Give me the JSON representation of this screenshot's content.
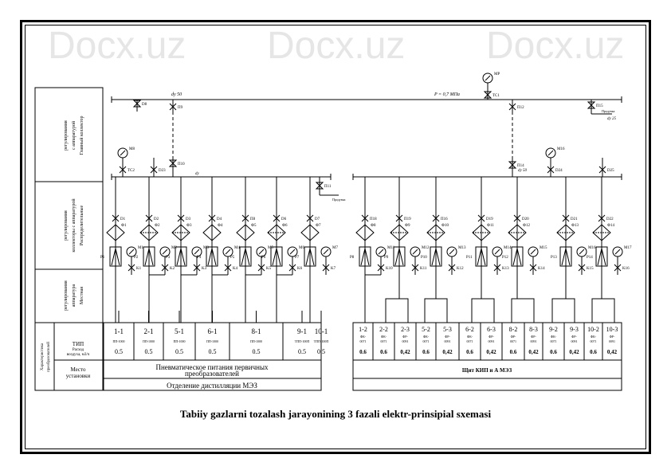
{
  "caption": "Tabiiy gazlarni tozalash jarayonining 3 fazali elektr-prinsipial sxemasi",
  "watermark": "Docx.uz",
  "left_headers": {
    "row1": [
      "Главный коллектор",
      "с аппаратурой",
      "регулирования"
    ],
    "row2": [
      "Распределительные",
      "коллекторы с аппаратурой",
      "регулирования"
    ],
    "row3": [
      "Местная",
      "аппаратура",
      "регулирования"
    ],
    "char_label": [
      "Характеристика",
      "преобразователей"
    ],
    "type_label": "ТИП",
    "flow_label": [
      "Расход",
      "воздуха, м3/ч"
    ],
    "place_label": [
      "Место",
      "установки"
    ]
  },
  "main_header": {
    "pipe_label_left": "dу 50",
    "pipe_label_right": "P = 0,7 МПа",
    "gauge_top": "MP",
    "valve_tc1": "TC1"
  },
  "left_group": {
    "columns": [
      {
        "id": "1-1",
        "type": "ПП-1000",
        "flow": "0.5"
      },
      {
        "id": "2-1",
        "type": "ПП-1000",
        "flow": "0.5"
      },
      {
        "id": "5-1",
        "type": "ПП-1000",
        "flow": "0.5"
      },
      {
        "id": "6-1",
        "type": "ПП-1000",
        "flow": "0.5"
      },
      {
        "id": "8-1",
        "type": "ПП-1000",
        "flow": "0.5"
      },
      {
        "id": "9-1",
        "type": "ТПП-100П",
        "flow": "0.5"
      },
      {
        "id": "10-1",
        "type": "ТПП-100П",
        "flow": "0.5"
      }
    ],
    "place": [
      "Пневматическое питания первичных",
      "преобразователей"
    ],
    "dept": "Отделение дистилляции МЭЗ",
    "collector_label": "dу",
    "drain_label": "Продувка",
    "valves_top": [
      "D1",
      "D2",
      "D3",
      "D4",
      "П8",
      "D6",
      "D7"
    ],
    "filters": [
      "Ф1",
      "Ф2",
      "Ф3",
      "Ф4",
      "Ф5",
      "Ф6",
      "Ф7"
    ],
    "reducers": [
      "P1",
      "P2",
      "P3",
      "P4",
      "P5",
      "P6",
      "P7"
    ],
    "gauges": [
      "M1",
      "M2",
      "M3",
      "M4",
      "M5",
      "M6",
      "M7"
    ],
    "outlets": [
      "K1",
      "K2",
      "K3",
      "K4",
      "K5",
      "K6",
      "K7"
    ]
  },
  "right_group": {
    "columns": [
      {
        "id": "1-2",
        "type": "ФК-0071",
        "flow": "0.6"
      },
      {
        "id": "2-2",
        "type": "ФК-0071",
        "flow": "0.6"
      },
      {
        "id": "2-3",
        "type": "ФР-0091",
        "flow": "0,42"
      },
      {
        "id": "5-2",
        "type": "ФК-0071",
        "flow": "0.6"
      },
      {
        "id": "5-3",
        "type": "ФР-0091",
        "flow": "0,42"
      },
      {
        "id": "6-2",
        "type": "ФК-0071",
        "flow": "0.6"
      },
      {
        "id": "6-3",
        "type": "ФР-0091",
        "flow": "0,42"
      },
      {
        "id": "8-2",
        "type": "ФР-0071",
        "flow": "0.6"
      },
      {
        "id": "8-3",
        "type": "ФР-0091",
        "flow": "0,42"
      },
      {
        "id": "9-2",
        "type": "ФК-0071",
        "flow": "0.6"
      },
      {
        "id": "9-3",
        "type": "ФР-0091",
        "flow": "0,42"
      },
      {
        "id": "10-2",
        "type": "ФК-0071",
        "flow": "0.6"
      },
      {
        "id": "10-3",
        "type": "ФР-0091",
        "flow": "0,42"
      }
    ],
    "place": "Щит КИП и А  МЭЗ",
    "pipe_label": "dу 50",
    "gauge_label": "M16",
    "drain_label": "Продувка",
    "drain_size": "dу 25",
    "valves_top": [
      "П18",
      "П19",
      "П16",
      "D19",
      "D20",
      "D21",
      "D22"
    ],
    "filters": [
      "Ф8",
      "Ф9",
      "Ф10",
      "Ф11",
      "Ф12",
      "Ф13",
      "Ф14"
    ],
    "reducers": [
      "P8",
      "P9",
      "P10",
      "P11",
      "P12",
      "P13",
      "P14"
    ],
    "gauges": [
      "M11",
      "M12",
      "M13",
      "M14",
      "M15",
      "M16",
      "M17"
    ],
    "outlets": [
      "K10",
      "K11",
      "K12",
      "K13",
      "K14",
      "K15",
      "K16"
    ]
  }
}
